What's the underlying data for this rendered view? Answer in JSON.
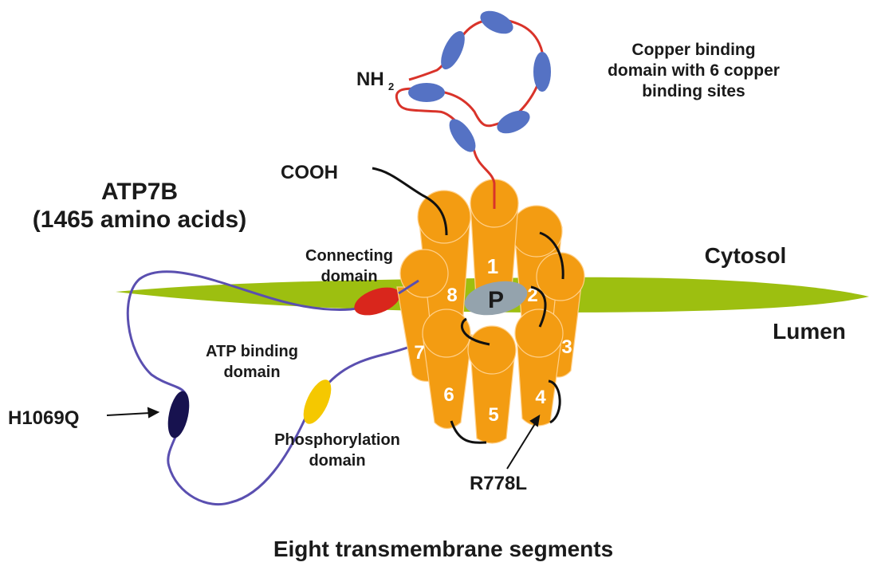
{
  "title": {
    "name": "ATP7B",
    "subtitle": "(1465 amino acids)"
  },
  "labels": {
    "nh2_main": "NH",
    "nh2_sub": "2",
    "cooh": "COOH",
    "copper_line1": "Copper binding",
    "copper_line2": "domain with 6 copper",
    "copper_line3": "binding sites",
    "cytosol": "Cytosol",
    "lumen": "Lumen",
    "connecting_line1": "Connecting",
    "connecting_line2": "domain",
    "atp_line1": "ATP binding",
    "atp_line2": "domain",
    "phospho_line1": "Phosphorylation",
    "phospho_line2": "domain",
    "mutation_h1069q": "H1069Q",
    "mutation_r778l": "R778L",
    "p_site": "P",
    "caption": "Eight transmembrane segments"
  },
  "segments": [
    "1",
    "2",
    "3",
    "4",
    "5",
    "6",
    "7",
    "8"
  ],
  "copper_sites_count": 6,
  "colors": {
    "membrane": "#9dbf10",
    "helix": "#f39c12",
    "copper_chain": "#d9332a",
    "copper_site": "#5572c4",
    "loop_chain": "#5a4fb0",
    "connecting_domain": "#d9261c",
    "phospho_domain": "#f5c800",
    "h1069q_marker": "#17124f",
    "p_site": "#94a3ad"
  }
}
